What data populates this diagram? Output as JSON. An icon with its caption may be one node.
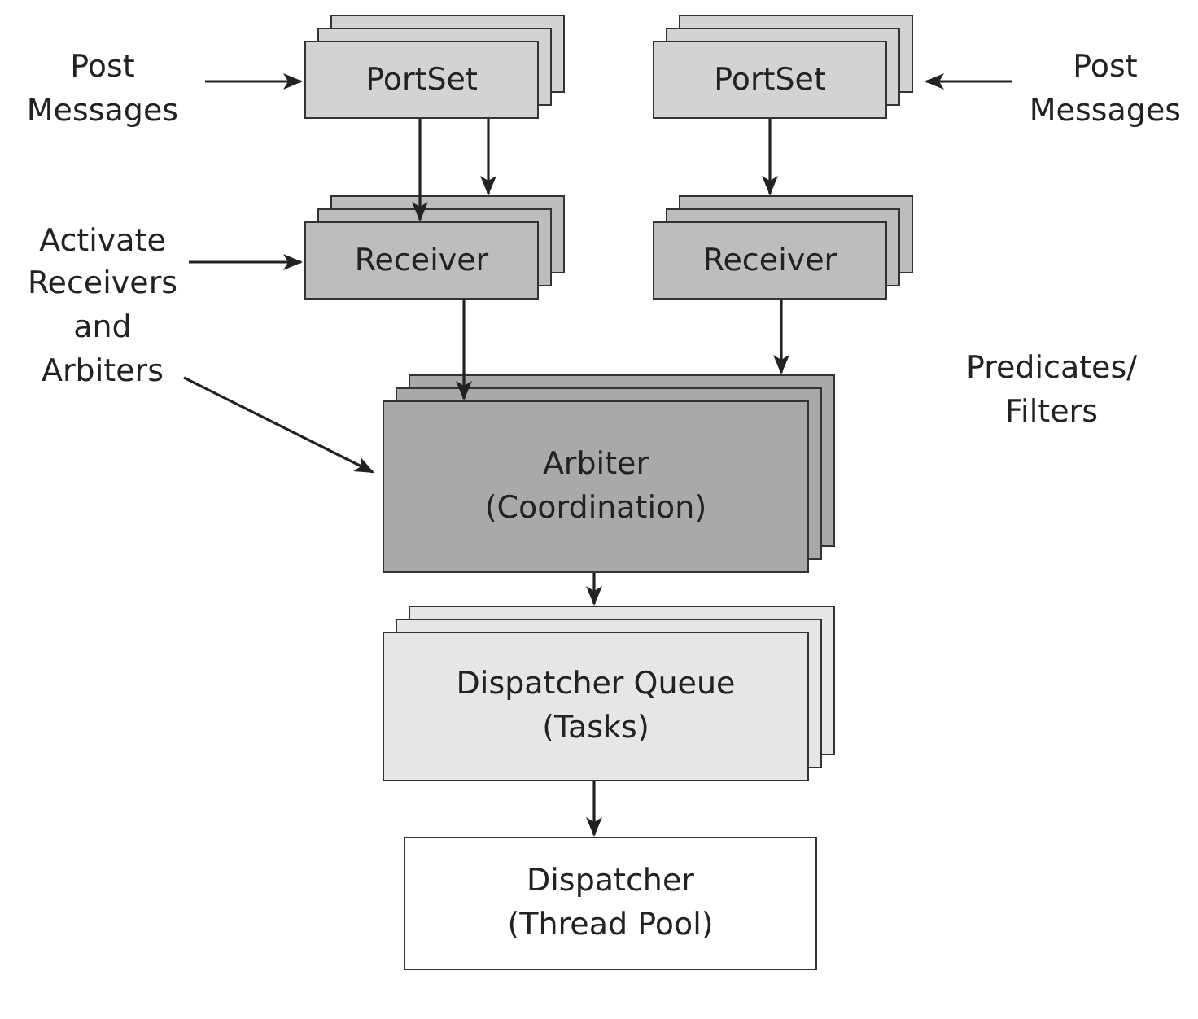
{
  "diagram": {
    "nodes": [
      {
        "text": [
          "Post Messages"
        ]
      },
      {
        "text": [
          "PortSet"
        ]
      },
      {
        "text": [
          "PortSet"
        ]
      },
      {
        "text": [
          "Post Messages"
        ]
      },
      {
        "text": [
          "Activate Receivers and Arbiters"
        ]
      },
      {
        "text": [
          "Receiver"
        ]
      },
      {
        "text": [
          "Receiver"
        ]
      },
      {
        "text": [
          "Arbiter (Coordination)"
        ]
      },
      {
        "text": [
          "Dispatcher Queue (Tasks)"
        ]
      },
      {
        "text": [
          "Dispatcher (Thread Pool)"
        ]
      }
    ],
    "edges": [
      {
        "from": 0,
        "to": 1,
        "arrow": "to"
      },
      {
        "from": 3,
        "to": 2,
        "arrow": "to"
      },
      {
        "from": 1,
        "to": 5,
        "arrow": "to"
      },
      {
        "from": 1,
        "to": 5,
        "arrow": "to"
      },
      {
        "from": 2,
        "to": 6,
        "arrow": "to"
      },
      {
        "from": 4,
        "to": 5,
        "arrow": "to"
      },
      {
        "from": 4,
        "to": 7,
        "arrow": "to"
      },
      {
        "from": 5,
        "to": 7,
        "arrow": "to"
      },
      {
        "from": 6,
        "to": 7,
        "arrow": "to"
      },
      {
        "from": 7,
        "to": 8,
        "arrow": "to"
      },
      {
        "from": 8,
        "to": 9,
        "arrow": "to"
      }
    ],
    "labels": [
      "Predicates/ Filters"
    ]
  }
}
